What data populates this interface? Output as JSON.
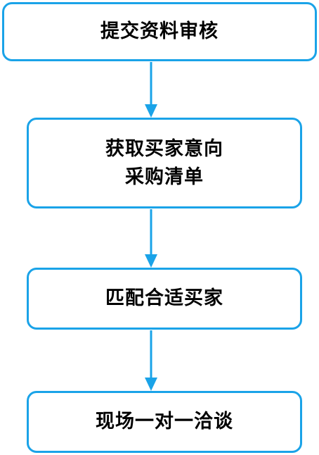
{
  "diagram": {
    "steps": [
      {
        "label": "提交资料审核"
      },
      {
        "label": "获取买家意向\n采购清单"
      },
      {
        "label": "匹配合适买家"
      },
      {
        "label": "现场一对一洽谈"
      }
    ]
  },
  "colors": {
    "box_border": "#1aa3e8",
    "arrow": "#1aa3e8",
    "text": "#000000"
  }
}
